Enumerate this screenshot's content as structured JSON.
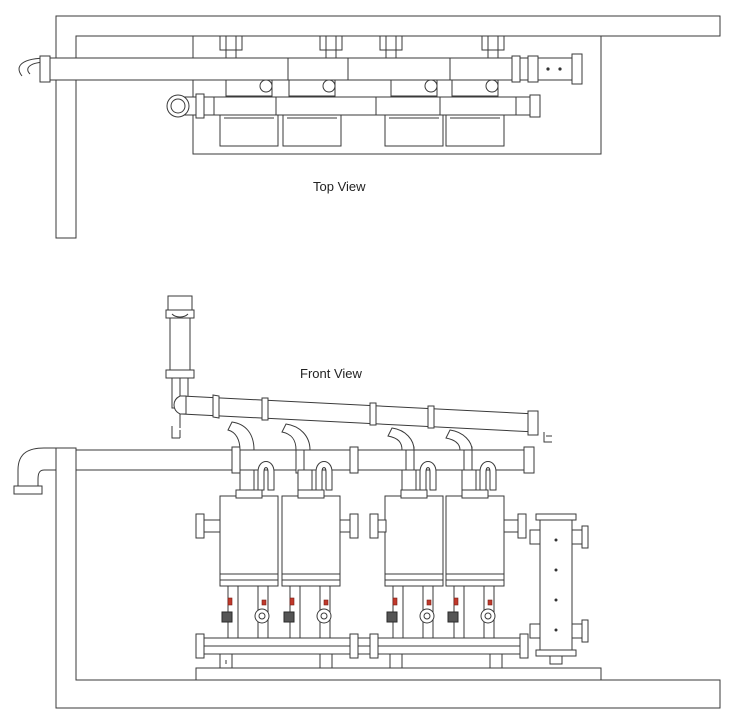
{
  "labels": {
    "top_view": "Top View",
    "front_view": "Front View"
  },
  "colors": {
    "line": "#3a3a3a",
    "background": "#ffffff",
    "valve_accent": "#c0392b"
  },
  "counts": {
    "boilers": 4
  }
}
